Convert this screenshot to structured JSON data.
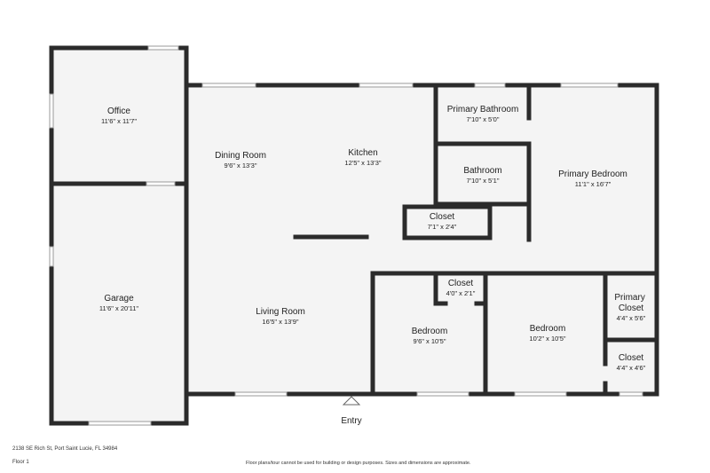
{
  "plan": {
    "entry_label": "Entry",
    "rooms": [
      {
        "id": "office",
        "name": "Office",
        "dims": "11'6\" x 11'7\""
      },
      {
        "id": "garage",
        "name": "Garage",
        "dims": "11'6\" x 20'11\""
      },
      {
        "id": "dining-room",
        "name": "Dining Room",
        "dims": "9'6\" x 13'3\""
      },
      {
        "id": "kitchen",
        "name": "Kitchen",
        "dims": "12'5\" x 13'3\""
      },
      {
        "id": "living-room",
        "name": "Living Room",
        "dims": "16'5\" x 13'9\""
      },
      {
        "id": "primary-bathroom",
        "name": "Primary Bathroom",
        "dims": "7'10\" x 5'0\""
      },
      {
        "id": "bathroom",
        "name": "Bathroom",
        "dims": "7'10\" x 5'1\""
      },
      {
        "id": "closet-kitchen",
        "name": "Closet",
        "dims": "7'1\" x 2'4\""
      },
      {
        "id": "primary-bedroom",
        "name": "Primary Bedroom",
        "dims": "11'1\" x 16'7\""
      },
      {
        "id": "closet-bedroom",
        "name": "Closet",
        "dims": "4'0\" x 2'1\""
      },
      {
        "id": "bedroom-1",
        "name": "Bedroom",
        "dims": "9'6\" x 10'5\""
      },
      {
        "id": "bedroom-2",
        "name": "Bedroom",
        "dims": "10'2\" x 10'5\""
      },
      {
        "id": "primary-closet",
        "name": "Primary Closet",
        "dims": "4'4\" x 5'6\"",
        "multiline": true
      },
      {
        "id": "closet-right",
        "name": "Closet",
        "dims": "4'4\" x 4'6\""
      }
    ]
  },
  "footer": {
    "address": "2138 SE Rich St, Port Saint Lucie, FL 34984",
    "floor": "Floor 1",
    "disclaimer": "Floor plans/tour cannot be used for building or design purposes. Sizes and dimensions are approximate."
  },
  "colors": {
    "wall": "#2b2b2b",
    "floor": "#f4f4f4",
    "window": "#ffffff",
    "window_edge": "#9a9a9a"
  }
}
